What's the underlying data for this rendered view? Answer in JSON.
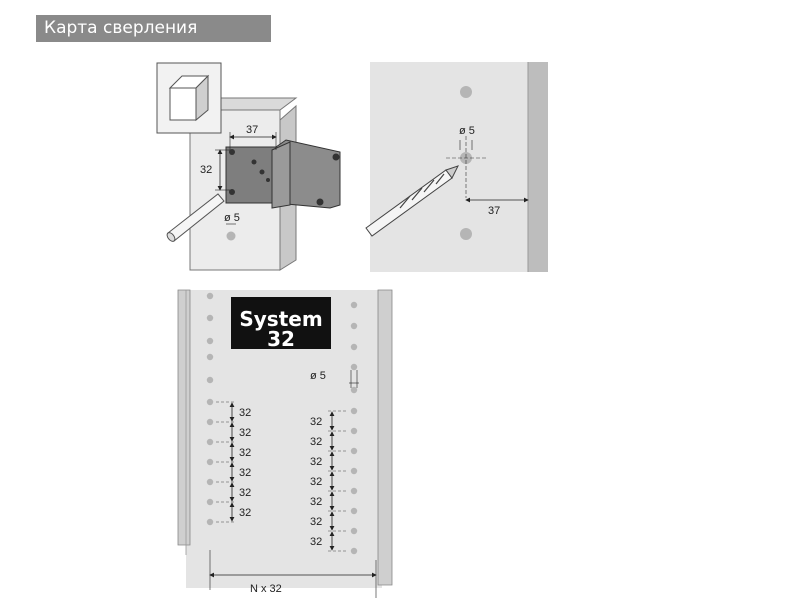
{
  "header": {
    "title": "Карта сверления"
  },
  "left_panel": {
    "dim_width": "37",
    "dim_height": "32",
    "dim_hole": "ø 5"
  },
  "right_panel": {
    "dim_hole": "ø 5",
    "dim_offset": "37"
  },
  "system_panel": {
    "logo_line1": "System",
    "logo_line2": "32",
    "dim_hole": "ø 5",
    "pitch_label": "32",
    "left_pitch_count": 6,
    "right_pitch_count": 7,
    "bottom_label": "N x 32"
  },
  "colors": {
    "header_bg": "#8a8a8a",
    "panel_grey": "#e4e4e4",
    "hole_grey": "#b5b5b5",
    "logo_bg": "#111111"
  }
}
